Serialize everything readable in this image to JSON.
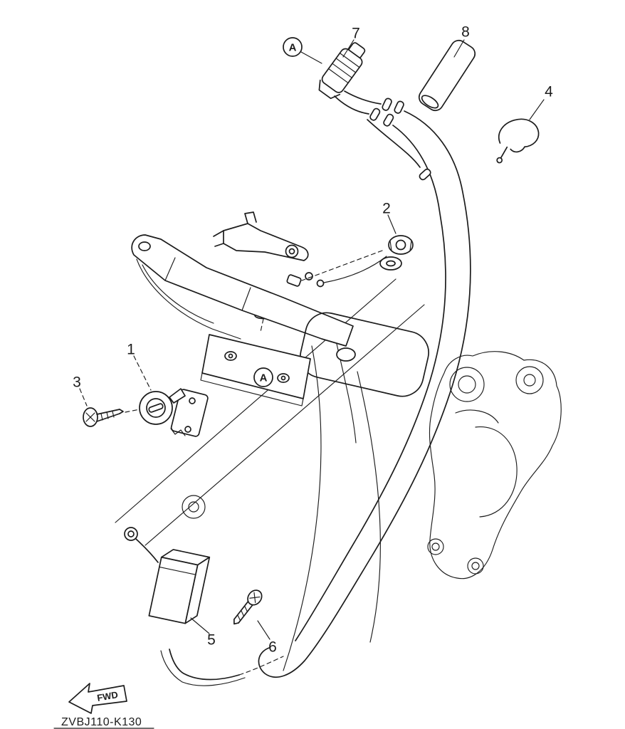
{
  "colors": {
    "ink": "#1c1c1c",
    "background": "#ffffff"
  },
  "diagram": {
    "part_code": "ZVBJ110-K130",
    "fwd_label": "FWD",
    "ref_marker": "A",
    "callouts": [
      "1",
      "2",
      "3",
      "4",
      "5",
      "6",
      "7",
      "8"
    ]
  }
}
